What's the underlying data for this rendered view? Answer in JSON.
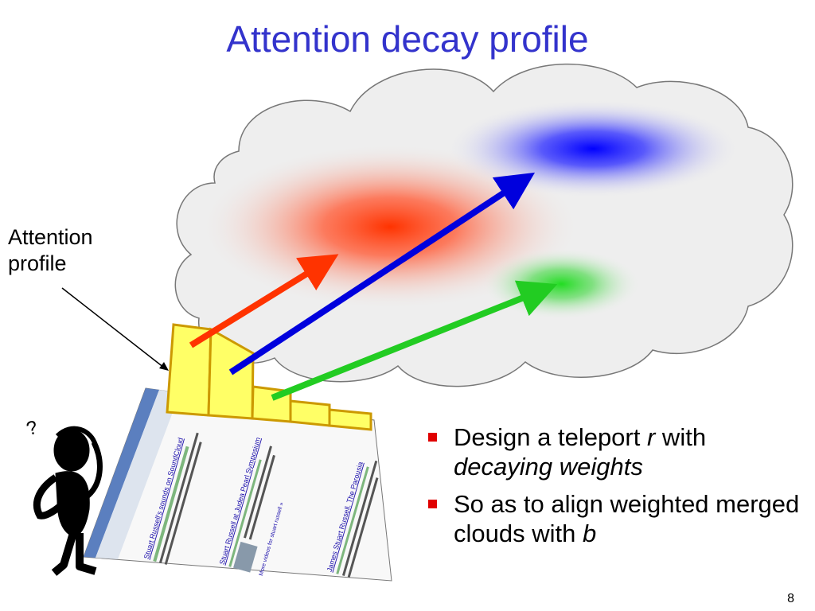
{
  "slide": {
    "title": "Attention decay profile",
    "page_number": "8"
  },
  "callout": {
    "line1": "Attention",
    "line2": "profile"
  },
  "bullets": [
    {
      "pre": "Design a teleport ",
      "var": "r",
      "mid": " with",
      "post": "decaying weights"
    },
    {
      "pre": "So as to align weighted merged clouds with ",
      "var": "b"
    }
  ],
  "screenshot": {
    "results": [
      "Stuart Russell's sounds on SoundCloud",
      "Stuart Russell at Judea Pearl Symposium",
      "James Stuart Russell. The Parousia"
    ],
    "link_text": "More videos for stuart russell »"
  },
  "colors": {
    "title": "#3333cc",
    "red": "#ff3300",
    "blue": "#0000dd",
    "green": "#22cc22",
    "histogram": "#ffff66",
    "cloud": "#eeeeee",
    "bullet": "#e00000"
  },
  "icons": [
    "cloud-icon",
    "thinking-person-icon",
    "browser-screenshot-icon"
  ]
}
